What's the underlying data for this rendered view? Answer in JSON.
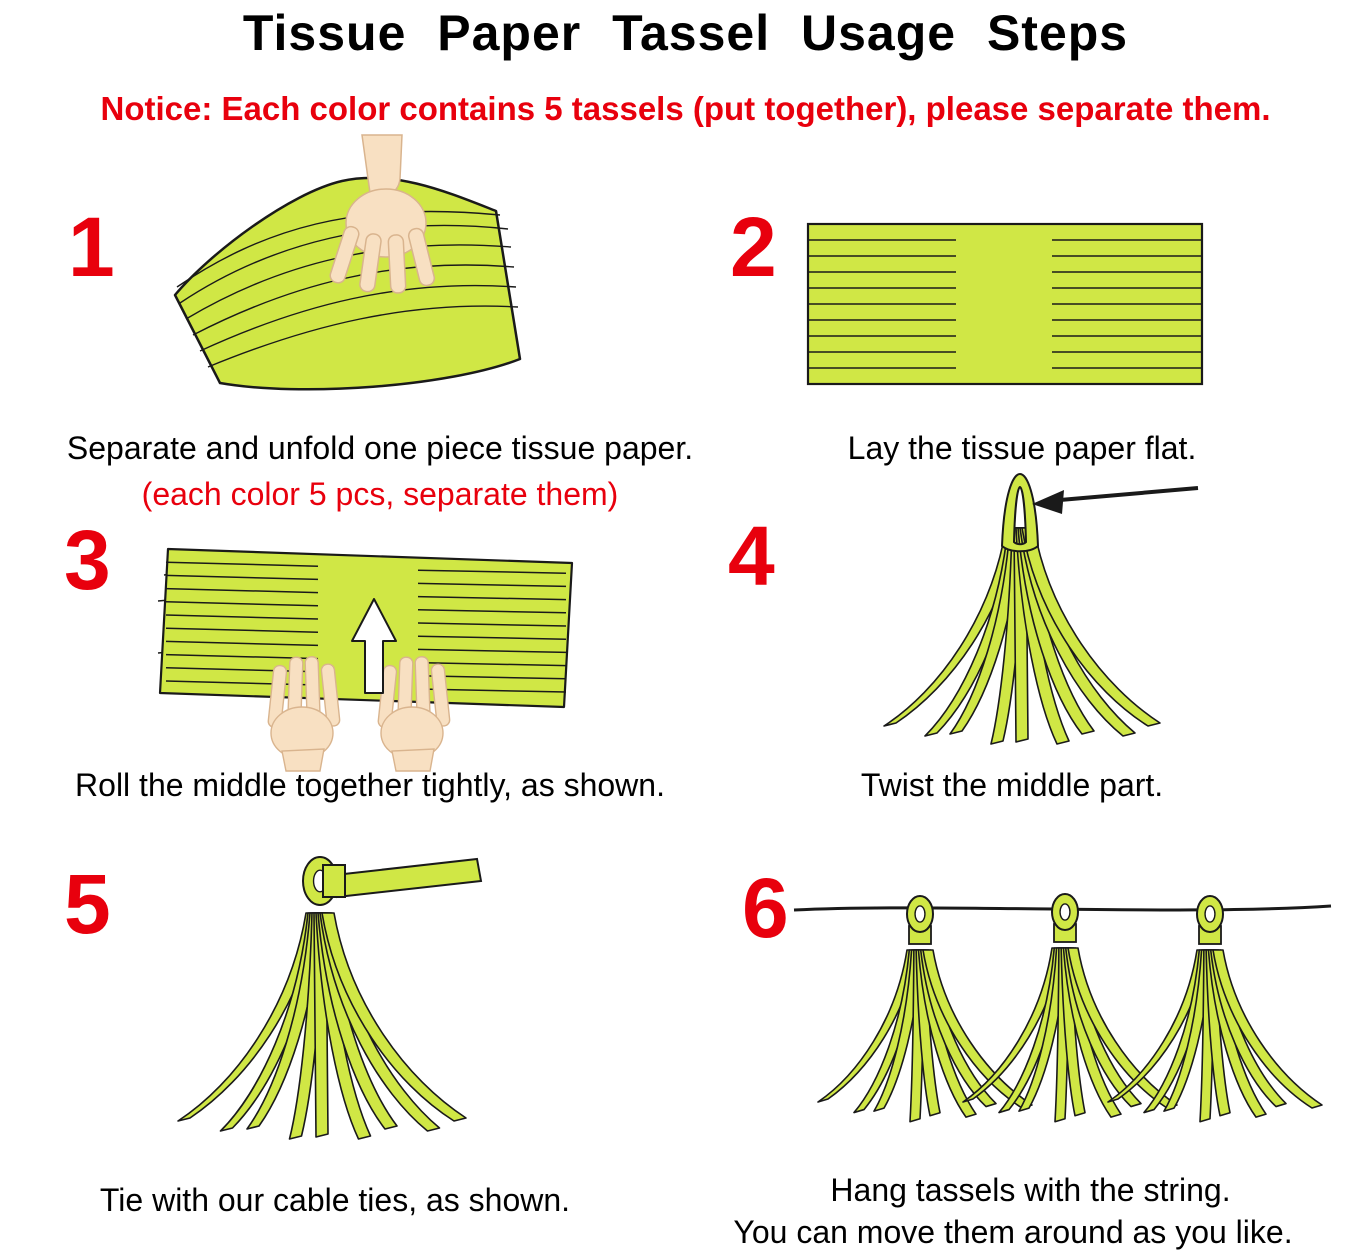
{
  "page": {
    "title": "Tissue Paper Tassel Usage Steps",
    "notice": "Notice:  Each color contains 5 tassels (put together), please separate them.",
    "colors": {
      "accent_red": "#e8000d",
      "tissue_green": "#d0e745",
      "outline": "#1a1a1a",
      "skin": "#f8e0c2",
      "skin_outline": "#d9b48e"
    }
  },
  "steps": [
    {
      "number": "1",
      "caption": "Separate and unfold one piece tissue paper.",
      "subcaption": "(each color 5 pcs, separate them)",
      "illustration": "hand-holding-folded-tissue"
    },
    {
      "number": "2",
      "caption": "Lay the tissue paper flat.",
      "illustration": "flat-fringed-tissue-paper"
    },
    {
      "number": "3",
      "caption": "Roll the middle together tightly, as shown.",
      "illustration": "hands-rolling-middle-with-up-arrow"
    },
    {
      "number": "4",
      "caption": "Twist the middle part.",
      "illustration": "twisted-tassel-loop-with-arrow"
    },
    {
      "number": "5",
      "caption": "Tie with our cable ties, as shown.",
      "illustration": "tassel-tied-with-cable-tie"
    },
    {
      "number": "6",
      "caption": "Hang tassels with the string.",
      "caption2": "You can move them around as you like.",
      "illustration": "three-tassels-hanging-on-string"
    }
  ]
}
